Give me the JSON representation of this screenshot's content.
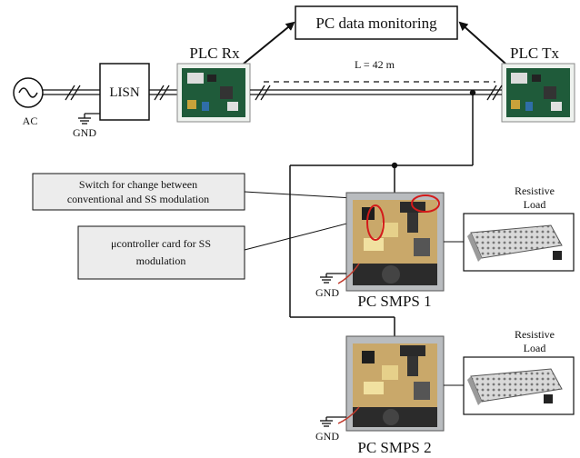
{
  "diagram": {
    "title_box": "PC data monitoring",
    "ac_label": "AC",
    "gnd_label": "GND",
    "lisn_label": "LISN",
    "plc_rx_label": "PLC Rx",
    "plc_tx_label": "PLC Tx",
    "line_length_label": "L = 42 m",
    "callout_switch": [
      "Switch for change between",
      "conventional and SS modulation"
    ],
    "callout_micro": [
      "μcontroller card for SS",
      "modulation"
    ],
    "smps1_label": "PC SMPS 1",
    "smps2_label": "PC SMPS 2",
    "resistive_load_label": [
      "Resistive",
      "Load"
    ]
  }
}
